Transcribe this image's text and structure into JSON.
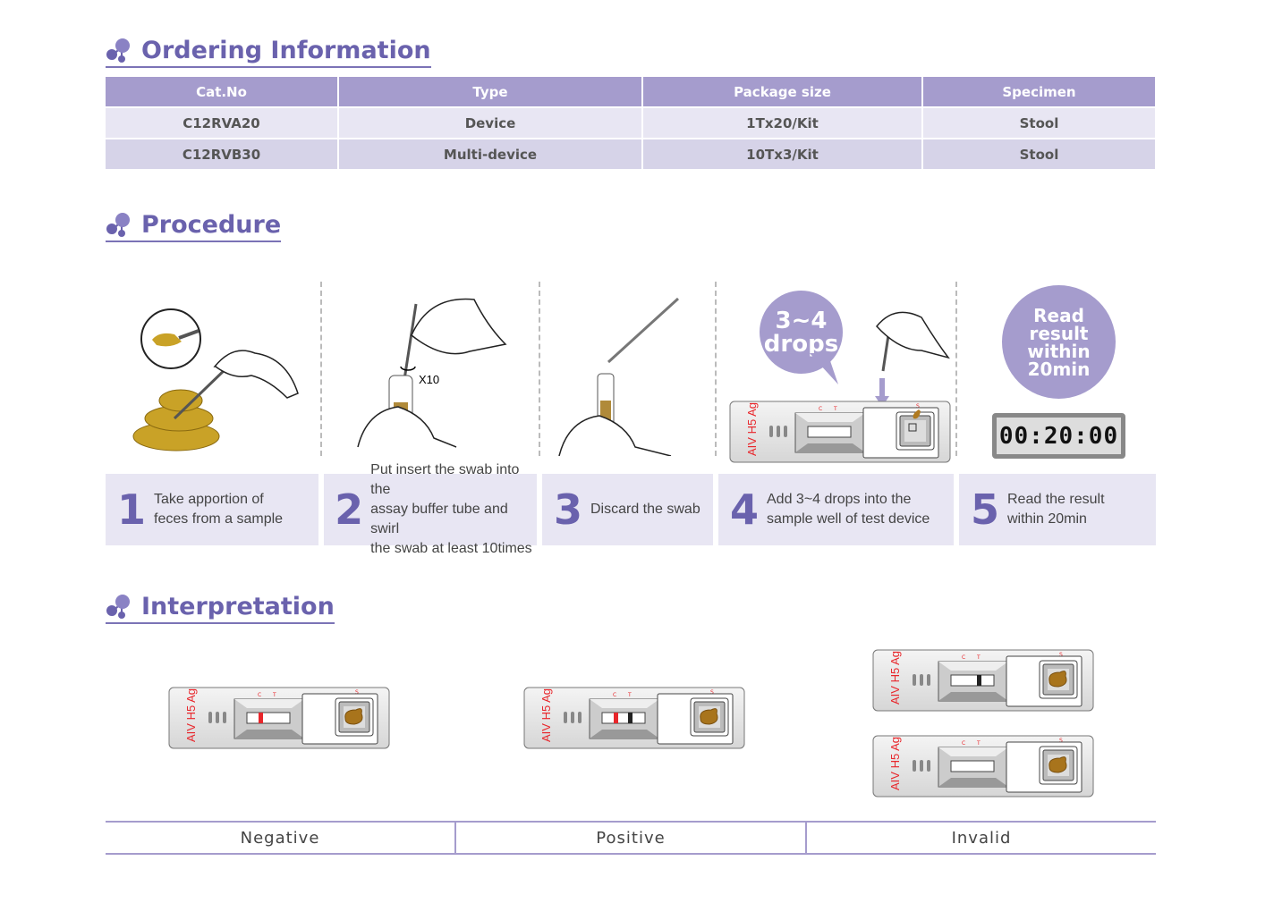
{
  "sections": {
    "ordering": "Ordering Information",
    "procedure": "Procedure",
    "interpretation": "Interpretation"
  },
  "ordering_table": {
    "headers": [
      "Cat.No",
      "Type",
      "Package size",
      "Specimen"
    ],
    "rows": [
      [
        "C12RVA20",
        "Device",
        "1Tx20/Kit",
        "Stool"
      ],
      [
        "C12RVB30",
        "Multi-device",
        "10Tx3/Kit",
        "Stool"
      ]
    ]
  },
  "procedure": {
    "illustration_labels": {
      "swirl_count": "X10",
      "drops_line1": "3~4",
      "drops_line2": "drops",
      "read_line1": "Read result",
      "read_line2": "within",
      "read_line3": "20min",
      "timer": "00:20:00"
    },
    "steps": [
      {
        "num": "1",
        "text": [
          "Take apportion of",
          "feces from a sample"
        ]
      },
      {
        "num": "2",
        "text": [
          "Put insert the swab into the",
          "assay buffer tube and swirl",
          "the swab at least 10times"
        ]
      },
      {
        "num": "3",
        "text": [
          "Discard the swab"
        ]
      },
      {
        "num": "4",
        "text": [
          "Add 3~4 drops into the",
          "sample well of test device"
        ]
      },
      {
        "num": "5",
        "text": [
          "Read the result",
          "within 20min"
        ]
      }
    ]
  },
  "device": {
    "label": "AIV H5 Ag",
    "marks": {
      "c": "C",
      "t": "T",
      "s": "S"
    }
  },
  "interpretation": {
    "results": [
      "Negative",
      "Positive",
      "Invalid"
    ],
    "colors": {
      "control_line": "#e8262b",
      "test_line": "#222222",
      "accent": "#6a62ad",
      "header_bg": "#a59ccd"
    }
  }
}
